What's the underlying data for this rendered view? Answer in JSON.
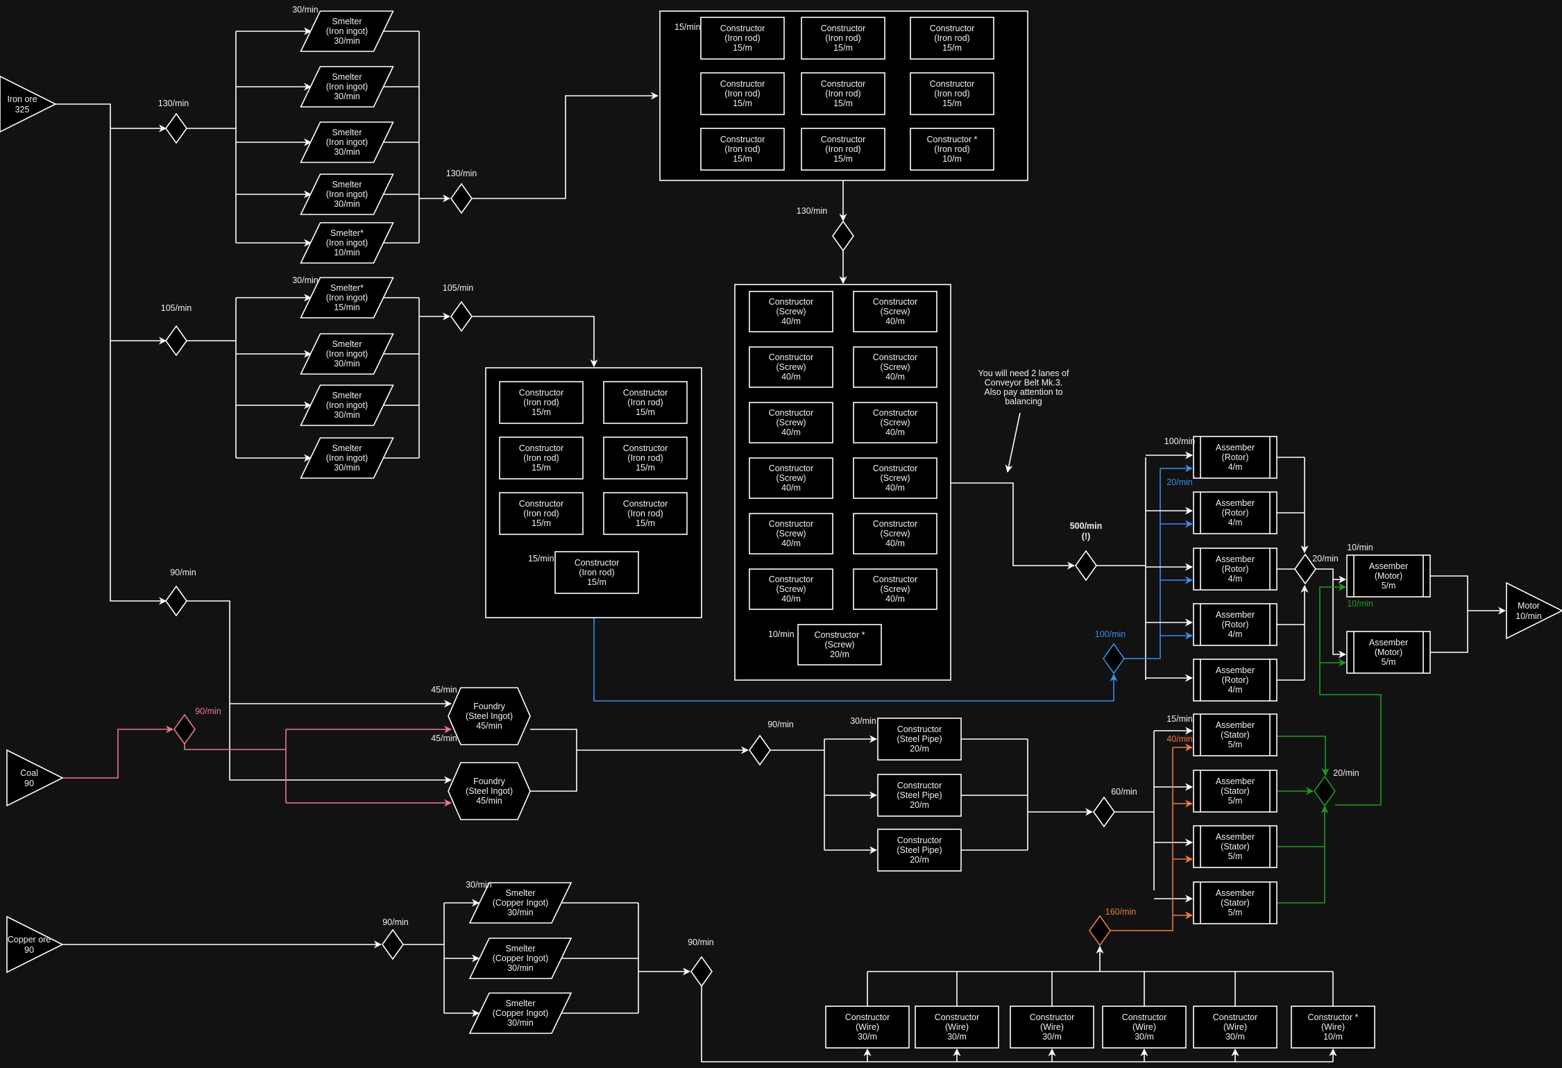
{
  "colors": {
    "background": "#121213",
    "line": "#ffffff",
    "blue": "#3b8ee8",
    "coal": "#e87a8c",
    "orange": "#f07a40",
    "green": "#1e9e1e"
  },
  "sources": {
    "iron_ore": {
      "name": "Iron ore",
      "amount": "325"
    },
    "coal": {
      "name": "Coal",
      "amount": "90"
    },
    "copper_ore": {
      "name": "Copper ore",
      "amount": "90"
    }
  },
  "output": {
    "name": "Motor",
    "rate": "10/min"
  },
  "iron_ingot_group_a": {
    "split_rate": "130/min",
    "merge_rate": "130/min",
    "input_rate": "30/min",
    "smelters": [
      {
        "name": "Smelter",
        "item": "(Iron ingot)",
        "rate": "30/min"
      },
      {
        "name": "Smelter",
        "item": "(Iron ingot)",
        "rate": "30/min"
      },
      {
        "name": "Smelter",
        "item": "(Iron ingot)",
        "rate": "30/min"
      },
      {
        "name": "Smelter",
        "item": "(Iron ingot)",
        "rate": "30/min"
      },
      {
        "name": "Smelter*",
        "item": "(Iron ingot)",
        "rate": "10/min"
      }
    ]
  },
  "iron_ingot_group_b": {
    "split_rate": "105/min",
    "merge_rate": "105/min",
    "input_rate": "30/min",
    "smelters": [
      {
        "name": "Smelter*",
        "item": "(Iron ingot)",
        "rate": "15/min"
      },
      {
        "name": "Smelter",
        "item": "(Iron ingot)",
        "rate": "30/min"
      },
      {
        "name": "Smelter",
        "item": "(Iron ingot)",
        "rate": "30/min"
      },
      {
        "name": "Smelter",
        "item": "(Iron ingot)",
        "rate": "30/min"
      }
    ]
  },
  "iron_rod_group_a": {
    "input_rate": "15/min",
    "output_rate": "130/min",
    "constructors": [
      {
        "name": "Constructor",
        "item": "(Iron rod)",
        "rate": "15/m"
      },
      {
        "name": "Constructor",
        "item": "(Iron rod)",
        "rate": "15/m"
      },
      {
        "name": "Constructor",
        "item": "(Iron rod)",
        "rate": "15/m"
      },
      {
        "name": "Constructor",
        "item": "(Iron rod)",
        "rate": "15/m"
      },
      {
        "name": "Constructor",
        "item": "(Iron rod)",
        "rate": "15/m"
      },
      {
        "name": "Constructor",
        "item": "(Iron rod)",
        "rate": "15/m"
      },
      {
        "name": "Constructor",
        "item": "(Iron rod)",
        "rate": "15/m"
      },
      {
        "name": "Constructor",
        "item": "(Iron rod)",
        "rate": "15/m"
      },
      {
        "name": "Constructor *",
        "item": "(Iron rod)",
        "rate": "10/m"
      }
    ]
  },
  "iron_rod_group_b": {
    "input_rate": "15/min",
    "constructors": [
      {
        "name": "Constructor",
        "item": "(Iron rod)",
        "rate": "15/m"
      },
      {
        "name": "Constructor",
        "item": "(Iron rod)",
        "rate": "15/m"
      },
      {
        "name": "Constructor",
        "item": "(Iron rod)",
        "rate": "15/m"
      },
      {
        "name": "Constructor",
        "item": "(Iron rod)",
        "rate": "15/m"
      },
      {
        "name": "Constructor",
        "item": "(Iron rod)",
        "rate": "15/m"
      },
      {
        "name": "Constructor",
        "item": "(Iron rod)",
        "rate": "15/m"
      },
      {
        "name": "Constructor",
        "item": "(Iron rod)",
        "rate": "15/m"
      }
    ]
  },
  "screw_group": {
    "input_rate": "10/min",
    "constructors": [
      {
        "name": "Constructor",
        "item": "(Screw)",
        "rate": "40/m"
      },
      {
        "name": "Constructor",
        "item": "(Screw)",
        "rate": "40/m"
      },
      {
        "name": "Constructor",
        "item": "(Screw)",
        "rate": "40/m"
      },
      {
        "name": "Constructor",
        "item": "(Screw)",
        "rate": "40/m"
      },
      {
        "name": "Constructor",
        "item": "(Screw)",
        "rate": "40/m"
      },
      {
        "name": "Constructor",
        "item": "(Screw)",
        "rate": "40/m"
      },
      {
        "name": "Constructor",
        "item": "(Screw)",
        "rate": "40/m"
      },
      {
        "name": "Constructor",
        "item": "(Screw)",
        "rate": "40/m"
      },
      {
        "name": "Constructor",
        "item": "(Screw)",
        "rate": "40/m"
      },
      {
        "name": "Constructor",
        "item": "(Screw)",
        "rate": "40/m"
      },
      {
        "name": "Constructor",
        "item": "(Screw)",
        "rate": "40/m"
      },
      {
        "name": "Constructor",
        "item": "(Screw)",
        "rate": "40/m"
      },
      {
        "name": "Constructor *",
        "item": "(Screw)",
        "rate": "20/m"
      }
    ]
  },
  "note": [
    "You will need 2 lanes of",
    "Conveyor Belt Mk.3.",
    "Also pay attention to",
    "balancing"
  ],
  "screw_split": {
    "rate": "500/min",
    "warning": "(!)"
  },
  "rotor_group": {
    "input_rate": "100/min",
    "rod_rate": "20/min",
    "rod_split_rate": "100/min",
    "merge_rate": "20/min",
    "assemblers": [
      {
        "name": "Assember",
        "item": "(Rotor)",
        "rate": "4/m"
      },
      {
        "name": "Assember",
        "item": "(Rotor)",
        "rate": "4/m"
      },
      {
        "name": "Assember",
        "item": "(Rotor)",
        "rate": "4/m"
      },
      {
        "name": "Assember",
        "item": "(Rotor)",
        "rate": "4/m"
      },
      {
        "name": "Assember",
        "item": "(Rotor)",
        "rate": "4/m"
      }
    ]
  },
  "motor_group": {
    "input_rate": "10/min",
    "stator_rate": "10/min",
    "assemblers": [
      {
        "name": "Assember",
        "item": "(Motor)",
        "rate": "5/m"
      },
      {
        "name": "Assember",
        "item": "(Motor)",
        "rate": "5/m"
      }
    ]
  },
  "steel_group": {
    "iron_split_rate": "90/min",
    "coal_split_rate": "90/min",
    "iron_in": "45/min",
    "coal_in": "45/min",
    "foundries": [
      {
        "name": "Foundry",
        "item": "(Steel Ingot)",
        "rate": "45/min"
      },
      {
        "name": "Foundry",
        "item": "(Steel Ingot)",
        "rate": "45/min"
      }
    ]
  },
  "pipe_group": {
    "split_rate": "90/min",
    "input_rate": "30/min",
    "merge_rate": "60/min",
    "constructors": [
      {
        "name": "Constructor",
        "item": "(Steel Pipe)",
        "rate": "20/m"
      },
      {
        "name": "Constructor",
        "item": "(Steel Pipe)",
        "rate": "20/m"
      },
      {
        "name": "Constructor",
        "item": "(Steel Pipe)",
        "rate": "20/m"
      }
    ]
  },
  "stator_group": {
    "pipe_rate": "15/min",
    "wire_rate": "40/min",
    "wire_split_rate": "160/min",
    "merge_rate": "20/min",
    "assemblers": [
      {
        "name": "Assember",
        "item": "(Stator)",
        "rate": "5/m"
      },
      {
        "name": "Assember",
        "item": "(Stator)",
        "rate": "5/m"
      },
      {
        "name": "Assember",
        "item": "(Stator)",
        "rate": "5/m"
      },
      {
        "name": "Assember",
        "item": "(Stator)",
        "rate": "5/m"
      }
    ]
  },
  "copper_group": {
    "split_rate": "90/min",
    "input_rate": "30/min",
    "merge_rate": "90/min",
    "smelters": [
      {
        "name": "Smelter",
        "item": "(Copper Ingot)",
        "rate": "30/min"
      },
      {
        "name": "Smelter",
        "item": "(Copper Ingot)",
        "rate": "30/min"
      },
      {
        "name": "Smelter",
        "item": "(Copper Ingot)",
        "rate": "30/min"
      }
    ]
  },
  "wire_group": {
    "constructors": [
      {
        "name": "Constructor",
        "item": "(Wire)",
        "rate": "30/m"
      },
      {
        "name": "Constructor",
        "item": "(Wire)",
        "rate": "30/m"
      },
      {
        "name": "Constructor",
        "item": "(Wire)",
        "rate": "30/m"
      },
      {
        "name": "Constructor",
        "item": "(Wire)",
        "rate": "30/m"
      },
      {
        "name": "Constructor",
        "item": "(Wire)",
        "rate": "30/m"
      },
      {
        "name": "Constructor *",
        "item": "(Wire)",
        "rate": "10/m"
      }
    ]
  }
}
